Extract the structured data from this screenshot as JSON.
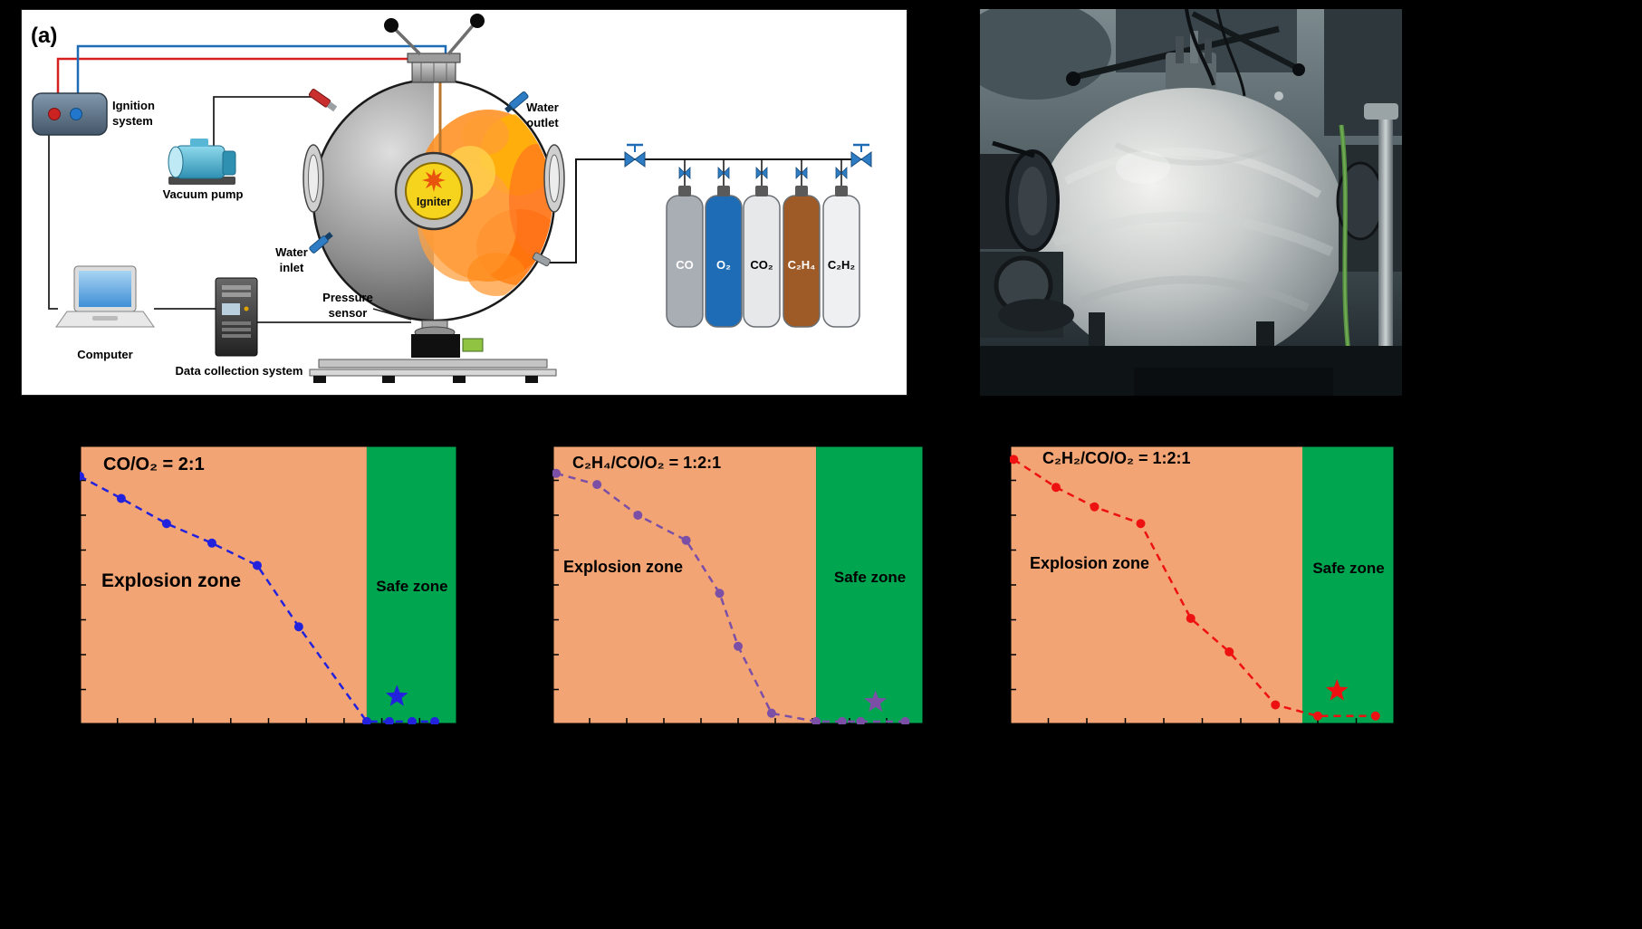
{
  "panel_a": {
    "label": "(a)",
    "labels": {
      "ignition_system": [
        "Ignition",
        "system"
      ],
      "vacuum_pump": [
        "Vacuum pump"
      ],
      "water_outlet": [
        "Water",
        "outlet"
      ],
      "igniter": [
        "Igniter"
      ],
      "water_inlet": [
        "Water",
        "inlet"
      ],
      "pressure_sensor": [
        "Pressure",
        "sensor"
      ],
      "computer": [
        "Computer"
      ],
      "data_collection_system": [
        "Data collection system"
      ]
    },
    "cylinders": [
      {
        "label": "CO",
        "color": "#a9aeb4",
        "text_color": "#ffffff"
      },
      {
        "label": "O₂",
        "color": "#1d6cb5",
        "text_color": "#ffffff"
      },
      {
        "label": "CO₂",
        "color": "#e6e8ea",
        "text_color": "#000000"
      },
      {
        "label": "C₂H₄",
        "color": "#9e5b28",
        "text_color": "#ffffff"
      },
      {
        "label": "C₂H₂",
        "color": "#eef0f1",
        "text_color": "#000000"
      }
    ]
  },
  "chart_data": [
    {
      "type": "line",
      "title": "CO/O₂ = 2:1",
      "explosion_zone_label": "Explosion zone",
      "safe_zone_label": "Safe zone",
      "color": "#2222dd",
      "zone_colors": {
        "explosion": "#f2a474",
        "safe": "#00a550"
      },
      "safe_zone_start_pct": 76,
      "points_pct": [
        [
          0,
          89
        ],
        [
          11,
          81
        ],
        [
          23,
          72
        ],
        [
          35,
          65
        ],
        [
          47,
          57
        ],
        [
          58,
          35
        ],
        [
          76,
          1
        ],
        [
          82,
          1
        ],
        [
          88,
          1
        ],
        [
          94,
          1
        ]
      ],
      "star_pct": [
        84,
        10
      ],
      "coords": "percent of plot area; axis tick labels not legible in source (black on black)",
      "grid": false,
      "legend": "none"
    },
    {
      "type": "line",
      "title": "C₂H₄/CO/O₂ = 1:2:1",
      "explosion_zone_label": "Explosion zone",
      "safe_zone_label": "Safe zone",
      "color": "#7b4fa6",
      "zone_colors": {
        "explosion": "#f2a474",
        "safe": "#00a550"
      },
      "safe_zone_start_pct": 71,
      "points_pct": [
        [
          1,
          90
        ],
        [
          12,
          86
        ],
        [
          23,
          75
        ],
        [
          36,
          66
        ],
        [
          45,
          47
        ],
        [
          50,
          28
        ],
        [
          59,
          4
        ],
        [
          71,
          1
        ],
        [
          78,
          1
        ],
        [
          83,
          1
        ],
        [
          95,
          1
        ]
      ],
      "star_pct": [
        87,
        8
      ],
      "coords": "percent of plot area; axis tick labels not legible in source (black on black)",
      "grid": false,
      "legend": "none"
    },
    {
      "type": "line",
      "title": "C₂H₂/CO/O₂ = 1:2:1",
      "explosion_zone_label": "Explosion zone",
      "safe_zone_label": "Safe zone",
      "color": "#ee1111",
      "zone_colors": {
        "explosion": "#f2a474",
        "safe": "#00a550"
      },
      "safe_zone_start_pct": 76,
      "points_pct": [
        [
          1,
          95
        ],
        [
          12,
          85
        ],
        [
          22,
          78
        ],
        [
          34,
          72
        ],
        [
          47,
          38
        ],
        [
          57,
          26
        ],
        [
          69,
          7
        ],
        [
          80,
          3
        ],
        [
          95,
          3
        ]
      ],
      "star_pct": [
        85,
        12
      ],
      "coords": "percent of plot area; axis tick labels not legible in source (black on black)",
      "grid": false,
      "legend": "none"
    }
  ]
}
